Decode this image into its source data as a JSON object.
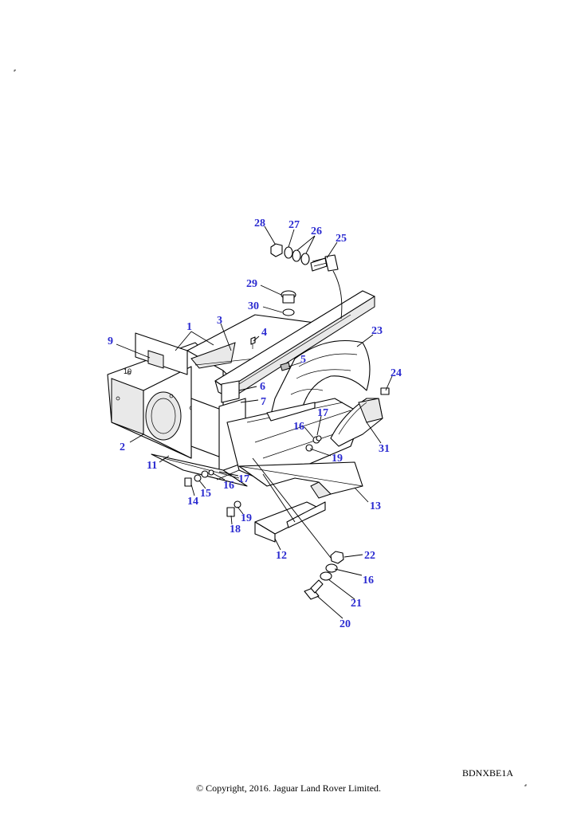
{
  "diagram": {
    "ref_code": "BDNXBE1A",
    "copyright": "© Copyright, 2016. Jaguar Land Rover Limited.",
    "frame_stamp": "10",
    "callouts": [
      {
        "id": "c28",
        "label": "28"
      },
      {
        "id": "c27",
        "label": "27"
      },
      {
        "id": "c26",
        "label": "26"
      },
      {
        "id": "c25",
        "label": "25"
      },
      {
        "id": "c29",
        "label": "29"
      },
      {
        "id": "c30",
        "label": "30"
      },
      {
        "id": "c1",
        "label": "1"
      },
      {
        "id": "c3",
        "label": "3"
      },
      {
        "id": "c4",
        "label": "4"
      },
      {
        "id": "c9",
        "label": "9"
      },
      {
        "id": "c23",
        "label": "23"
      },
      {
        "id": "c5",
        "label": "5"
      },
      {
        "id": "c24",
        "label": "24"
      },
      {
        "id": "c6",
        "label": "6"
      },
      {
        "id": "c7",
        "label": "7"
      },
      {
        "id": "c17a",
        "label": "17"
      },
      {
        "id": "c16a",
        "label": "16"
      },
      {
        "id": "c2",
        "label": "2"
      },
      {
        "id": "c19a",
        "label": "19"
      },
      {
        "id": "c31",
        "label": "31"
      },
      {
        "id": "c11",
        "label": "11"
      },
      {
        "id": "c17b",
        "label": "17"
      },
      {
        "id": "c16b",
        "label": "16"
      },
      {
        "id": "c15",
        "label": "15"
      },
      {
        "id": "c14",
        "label": "14"
      },
      {
        "id": "c13",
        "label": "13"
      },
      {
        "id": "c19b",
        "label": "19"
      },
      {
        "id": "c18",
        "label": "18"
      },
      {
        "id": "c12",
        "label": "12"
      },
      {
        "id": "c22",
        "label": "22"
      },
      {
        "id": "c16c",
        "label": "16"
      },
      {
        "id": "c21",
        "label": "21"
      },
      {
        "id": "c20",
        "label": "20"
      }
    ]
  }
}
